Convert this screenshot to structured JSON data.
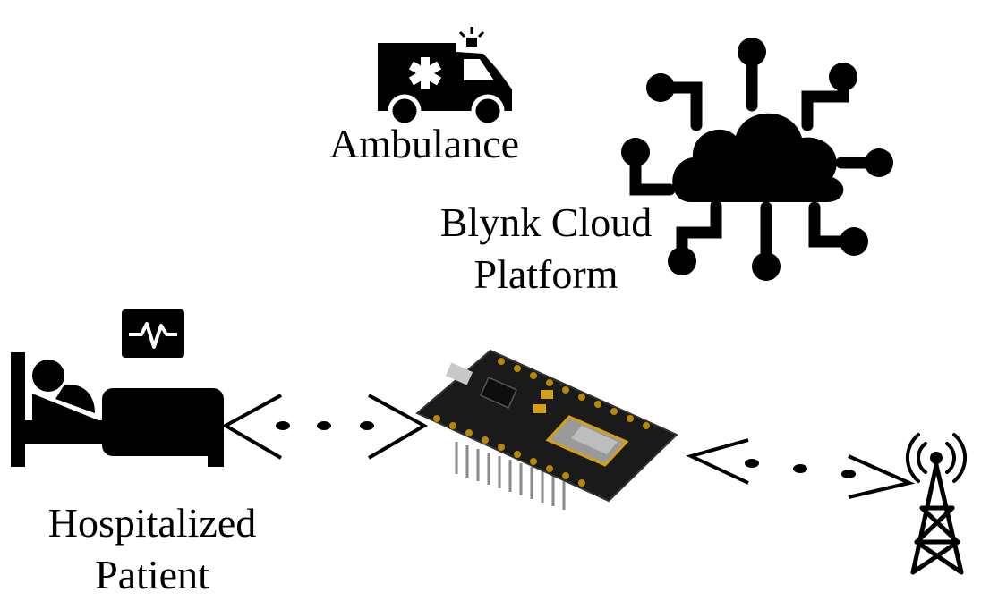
{
  "labels": {
    "ambulance": "Ambulance",
    "cloud_line1": "Blynk Cloud",
    "cloud_line2": "Platform",
    "patient_line1": "Hospitalized",
    "patient_line2": "Patient"
  },
  "colors": {
    "ink": "#000000",
    "board": "#1a1a1a",
    "pins": "#d4a017",
    "chip": "#c8c8c8"
  },
  "icons": [
    "ambulance-icon",
    "cloud-network-icon",
    "hospital-bed-icon",
    "heart-monitor-icon",
    "nodemcu-board-icon",
    "cell-tower-icon"
  ]
}
